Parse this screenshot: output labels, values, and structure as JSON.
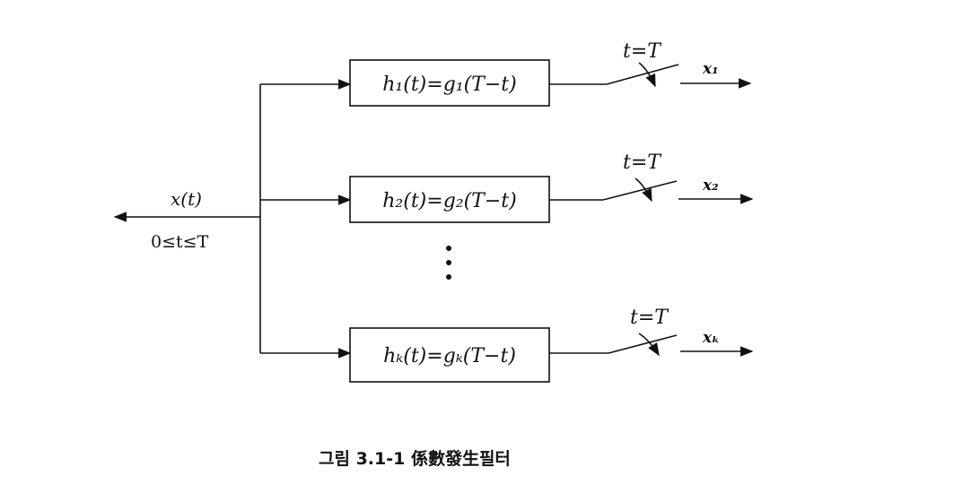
{
  "input": {
    "signal_label": "x(t)",
    "range_label": "0≤t≤T"
  },
  "branches": [
    {
      "filter_label": "h₁(t)=g₁(T−t)",
      "switch_label": "t=T",
      "output_label": "x₁"
    },
    {
      "filter_label": "h₂(t)=g₂(T−t)",
      "switch_label": "t=T",
      "output_label": "x₂"
    },
    {
      "filter_label": "hₖ(t)=gₖ(T−t)",
      "switch_label": "t=T",
      "output_label": "xₖ"
    }
  ],
  "caption": "그림 3.1-1 係數發生필터"
}
